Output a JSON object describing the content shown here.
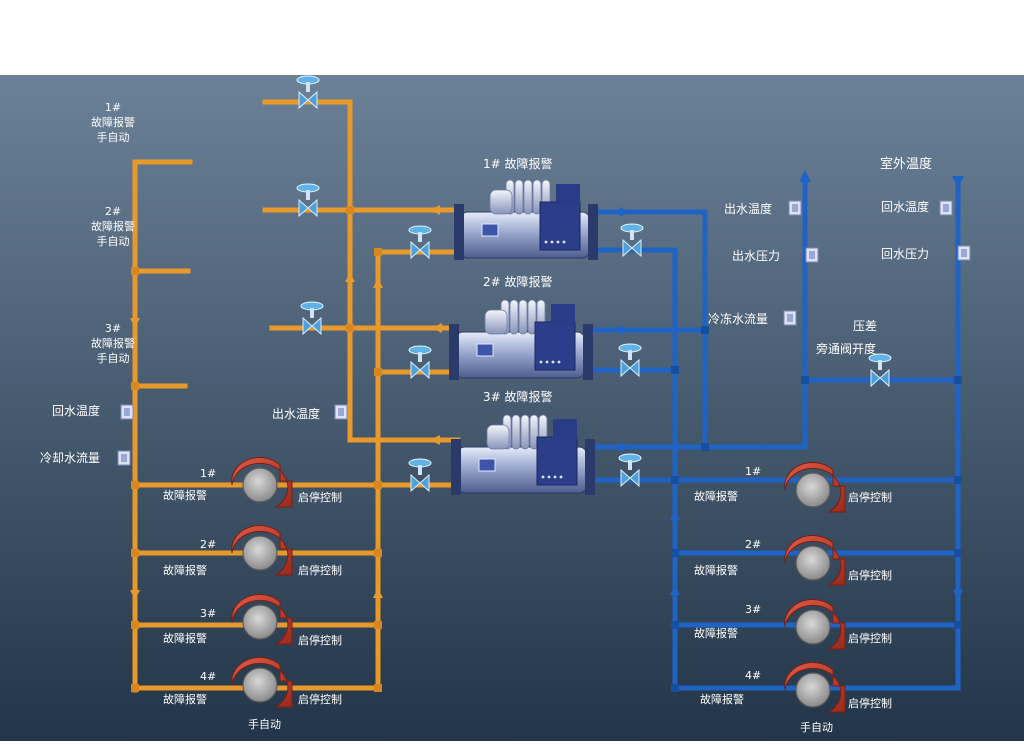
{
  "labels": {
    "cooling_tower_1": [
      "1#",
      "故障报警",
      "手自动"
    ],
    "cooling_tower_2": [
      "2#",
      "故障报警",
      "手自动"
    ],
    "cooling_tower_3": [
      "3#",
      "故障报警",
      "手自动"
    ],
    "cooling_return_temp": "回水温度",
    "cooling_water_flow": "冷却水流量",
    "cooling_supply_temp": "出水温度",
    "chiller_1_alarm": "1# 故障报警",
    "chiller_2_alarm": "2# 故障报警",
    "chiller_3_alarm": "3# 故障报警",
    "chilled_supply_temp": "出水温度",
    "chilled_supply_pressure": "出水压力",
    "chilled_water_flow": "冷冻水流量",
    "outdoor_temp": "室外温度",
    "chilled_return_temp": "回水温度",
    "chilled_return_pressure": "回水压力",
    "diff_pressure": "压差",
    "bypass_valve_opening": "旁通阀开度",
    "cooling_pumps": [
      {
        "id": "1#",
        "alarm": "故障报警",
        "ctrl": "启停控制"
      },
      {
        "id": "2#",
        "alarm": "故障报警",
        "ctrl": "启停控制"
      },
      {
        "id": "3#",
        "alarm": "故障报警",
        "ctrl": "启停控制"
      },
      {
        "id": "4#",
        "alarm": "故障报警",
        "ctrl": "启停控制"
      }
    ],
    "cooling_pumps_auto": "手自动",
    "chilled_pumps": [
      {
        "id": "1#",
        "alarm": "故障报警",
        "ctrl": "启停控制"
      },
      {
        "id": "2#",
        "alarm": "故障报警",
        "ctrl": "启停控制"
      },
      {
        "id": "3#",
        "alarm": "故障报警",
        "ctrl": "启停控制"
      },
      {
        "id": "4#",
        "alarm": "故障报警",
        "ctrl": "启停控制"
      }
    ],
    "chilled_pumps_auto": "手自动"
  },
  "colors": {
    "background_top": "#6b8197",
    "background_bottom": "#233548",
    "cooling_pipe": "#e8992c",
    "chilled_pipe": "#1f63c4",
    "pump_body": "#b63a2a",
    "chiller_body": "#8a9bc4"
  }
}
